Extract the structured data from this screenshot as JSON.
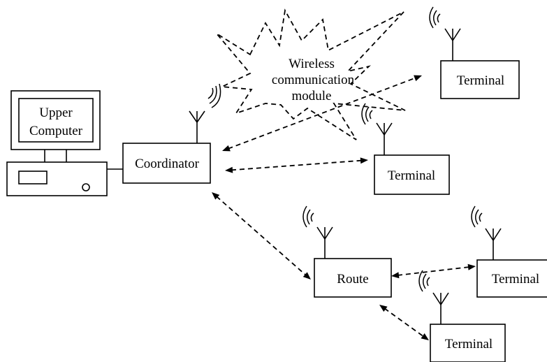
{
  "nodes": {
    "upper_computer": {
      "label_line1": "Upper",
      "label_line2": "Computer"
    },
    "coordinator": {
      "label": "Coordinator"
    },
    "wireless_module": {
      "label_line1": "Wireless",
      "label_line2": "communication",
      "label_line3": "module"
    },
    "terminal_top": {
      "label": "Terminal"
    },
    "terminal_mid": {
      "label": "Terminal"
    },
    "route": {
      "label": "Route"
    },
    "terminal_right": {
      "label": "Terminal"
    },
    "terminal_bottom": {
      "label": "Terminal"
    }
  },
  "colors": {
    "line": "#000000",
    "background": "#ffffff"
  }
}
